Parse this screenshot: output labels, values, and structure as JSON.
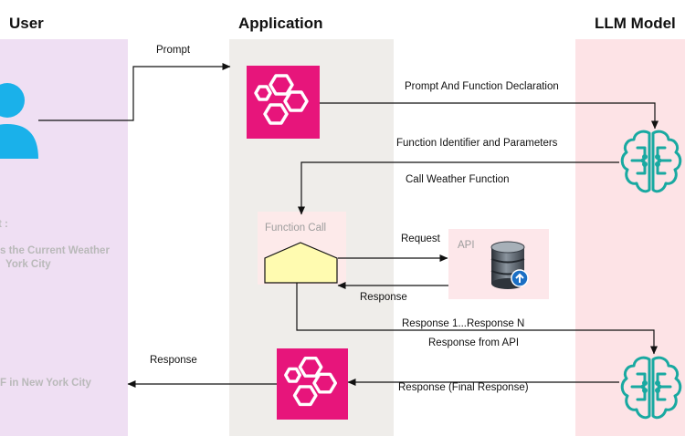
{
  "columns": {
    "user": "User",
    "application": "Application",
    "llm": "LLM Model"
  },
  "user_panel": {
    "prompt_heading": "t :",
    "prompt_line1": "s the Current Weather",
    "prompt_line2": "York City",
    "answer": "F in New York City"
  },
  "labels": {
    "prompt": "Prompt",
    "prompt_and_declaration": "Prompt And Function Declaration",
    "function_identifier": "Function Identifier and Parameters",
    "call_weather": "Call Weather Function",
    "function_call": "Function Call",
    "request": "Request",
    "api": "API",
    "response_api": "Response",
    "response_1_n": "Response 1...Response N",
    "response_from_api": "Response from API",
    "response_final": "Response (Final Response)",
    "response_user": "Response"
  },
  "colors": {
    "user_lane": "#efdff3",
    "app_lane": "#efedea",
    "llm_lane": "#fde3e6",
    "app_icon": "#e7157b",
    "llm_icon": "#19a9a1",
    "user_icon": "#1ab1ea",
    "function_call_box": "#fdeaea",
    "api_box": "#fde7ea",
    "function_shape": "#fffbb0"
  },
  "icons": {
    "user": "user-icon",
    "app": "app-hexagon-icon",
    "llm": "brain-circuit-icon",
    "api": "database-icon"
  }
}
